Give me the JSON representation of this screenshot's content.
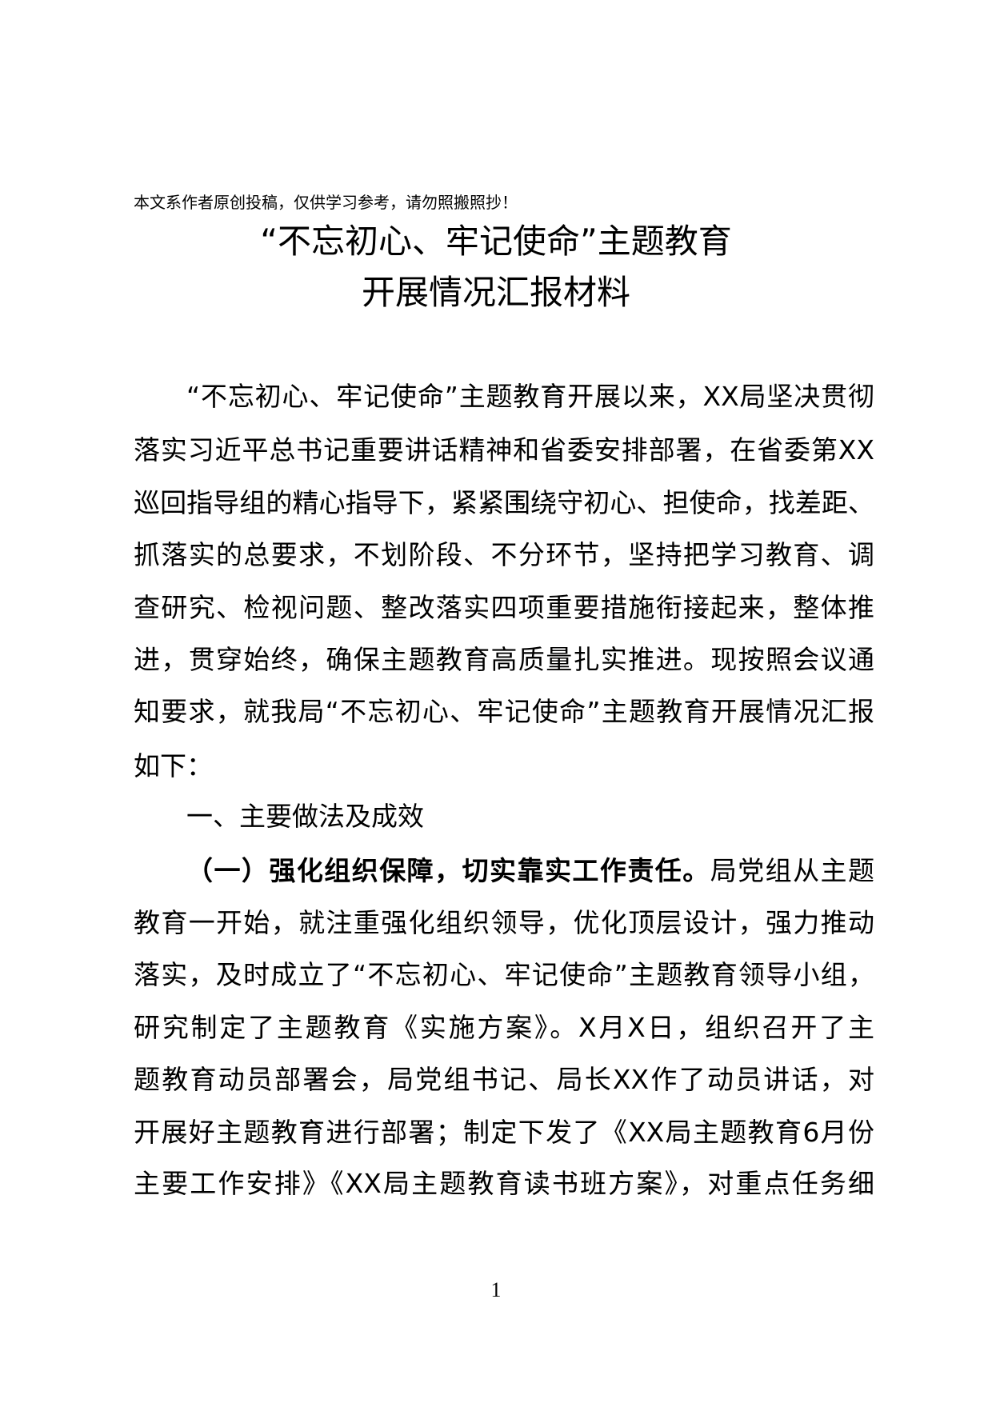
{
  "document": {
    "header_note": "本文系作者原创投稿，仅供学习参考，请勿照搬照抄！",
    "title": {
      "line1": "“不忘初心、牢记使命”主题教育",
      "line2": "开展情况汇报材料"
    },
    "intro_paragraph": {
      "lines": [
        "“不忘初心、牢记使命”主题教育开展以来，XX局坚决贯彻",
        "落实习近平总书记重要讲话精神和省委安排部署，在省委第XX",
        "巡回指导组的精心指导下，紧紧围绕守初心、担使命，找差距、",
        "抓落实的总要求，不划阶段、不分环节，坚持把学习教育、调",
        "查研究、检视问题、整改落实四项重要措施衔接起来，整体推",
        "进，贯穿始终，确保主题教育高质量扎实推进。现按照会议通",
        "知要求，就我局“不忘初心、牢记使命”主题教育开展情况汇报",
        "如下："
      ]
    },
    "section1": {
      "heading": "一、主要做法及成效",
      "subsection1": {
        "bold_lead": "（一）强化组织保障，切实靠实工作责任。",
        "first_line_rest": "局党组从主题",
        "lines": [
          "教育一开始，就注重强化组织领导，优化顶层设计，强力推动",
          "落实，及时成立了“不忘初心、牢记使命”主题教育领导小组，",
          "研究制定了主题教育《实施方案》。X月X日，组织召开了主",
          "题教育动员部署会，局党组书记、局长XX作了动员讲话，对",
          "开展好主题教育进行部署；制定下发了《XX局主题教育6月份",
          "主要工作安排》《XX局主题教育读书班方案》，对重点任务细"
        ]
      }
    },
    "page_number": "1"
  }
}
